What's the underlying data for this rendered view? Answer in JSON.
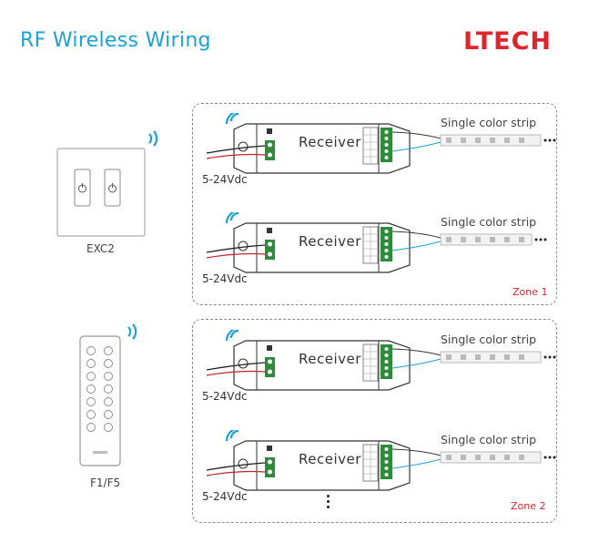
{
  "header": {
    "title": "RF Wireless Wiring",
    "logo": "LTECH"
  },
  "devices": [
    {
      "label": "EXC2",
      "icon": "wall-panel-icon"
    },
    {
      "label": "F1/F5",
      "icon": "remote-control-icon"
    }
  ],
  "zones": [
    {
      "label": "Zone 1"
    },
    {
      "label": "Zone 2"
    }
  ],
  "units": [
    {
      "receiver": "Receiver",
      "strip": "Single color strip",
      "voltage": "5-24Vdc"
    },
    {
      "receiver": "Receiver",
      "strip": "Single color strip",
      "voltage": "5-24Vdc"
    },
    {
      "receiver": "Receiver",
      "strip": "Single color strip",
      "voltage": "5-24Vdc"
    },
    {
      "receiver": "Receiver",
      "strip": "Single color strip",
      "voltage": "5-24Vdc"
    }
  ],
  "colors": {
    "accent": "#1ba1d8",
    "brand": "#e0242b",
    "terminal": "#2e8b3a"
  }
}
